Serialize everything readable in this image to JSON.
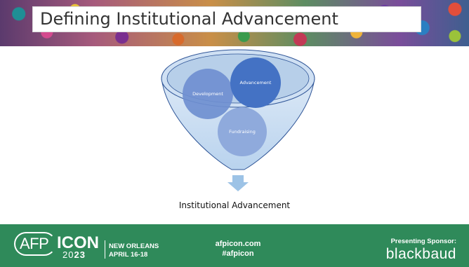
{
  "slide": {
    "title": "Defining Institutional Advancement"
  },
  "diagram": {
    "circles": [
      {
        "label": "Development"
      },
      {
        "label": "Advancement"
      },
      {
        "label": "Fundraising"
      }
    ],
    "result_label": "Institutional Advancement"
  },
  "footer": {
    "logo_afp": "AFP",
    "logo_icon": "ICON",
    "logo_year_prefix": "20",
    "logo_year_suffix": "23",
    "logo_city": "NEW ORLEANS",
    "logo_dates": "APRIL 16-18",
    "website": "afpicon.com",
    "hashtag": "#afpicon",
    "sponsor_label": "Presenting Sponsor:",
    "sponsor_name": "blackbaud"
  },
  "colors": {
    "footer_green": "#2f8a5a",
    "funnel_blue": "#9dc3e6",
    "circle_dark": "#4472c4",
    "circle_light": "#8faadc",
    "outline_blue": "#2f5597"
  }
}
